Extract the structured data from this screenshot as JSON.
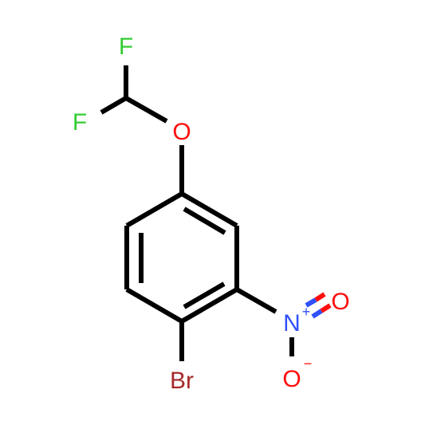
{
  "molecule": {
    "atoms": {
      "F1": "F",
      "F2": "F",
      "O1": "O",
      "Br": "Br",
      "N": "N",
      "O2": "O",
      "O3": "O"
    },
    "charges": {
      "N": "+",
      "O3": "−"
    }
  },
  "colors": {
    "bond": "#000000",
    "F": "#33cc33",
    "O": "#ff0d0d",
    "N": "#3050f8",
    "Br": "#a62929"
  }
}
